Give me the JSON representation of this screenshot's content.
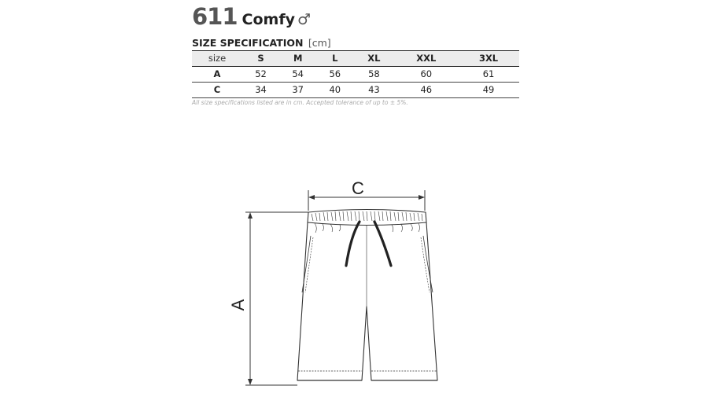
{
  "header": {
    "code": "611",
    "name": "Comfy",
    "gender_symbol": "♂"
  },
  "spec": {
    "title": "SIZE SPECIFICATION",
    "unit": "[cm]",
    "columns": [
      "size",
      "S",
      "M",
      "L",
      "XL",
      "XXL",
      "3XL"
    ],
    "rows": [
      {
        "label": "A",
        "values": [
          "52",
          "54",
          "56",
          "58",
          "60",
          "61"
        ]
      },
      {
        "label": "C",
        "values": [
          "34",
          "37",
          "40",
          "43",
          "46",
          "49"
        ]
      }
    ],
    "note": "All size specifications listed are in cm. Accepted tolerance of up to ± 5%."
  },
  "drawing": {
    "label_c": "C",
    "label_a": "A"
  }
}
